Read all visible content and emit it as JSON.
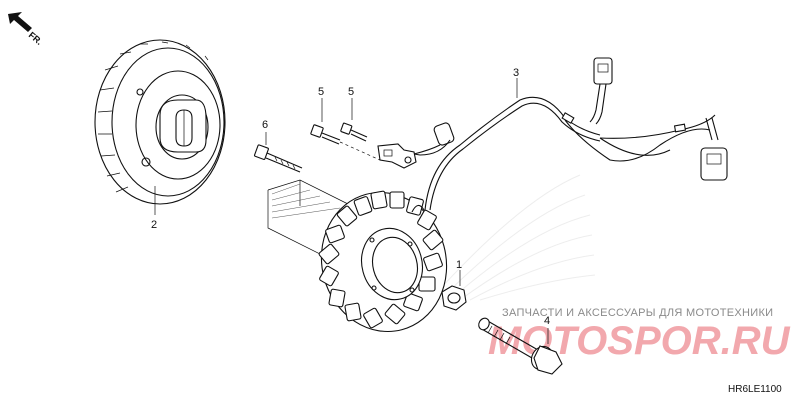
{
  "direction": {
    "text": "FR.",
    "icon": "arrow-upleft-icon"
  },
  "callouts": {
    "flywheel": "2",
    "harness": "3",
    "bolt_a": "5",
    "bolt_b": "5",
    "bolt_long": "6",
    "nut": "1",
    "flange_bolt": "4"
  },
  "watermark": {
    "tagline": "ЗАПЧАСТИ И АКСЕССУАРЫ ДЛЯ МОТОТЕХНИКИ",
    "logo": "MOTOSPOR.RU"
  },
  "diagram_code": "HR6LE1100",
  "colors": {
    "ink": "#111111",
    "watermark_logo": "#f2a8ad",
    "watermark_text": "#8a8a8a"
  }
}
